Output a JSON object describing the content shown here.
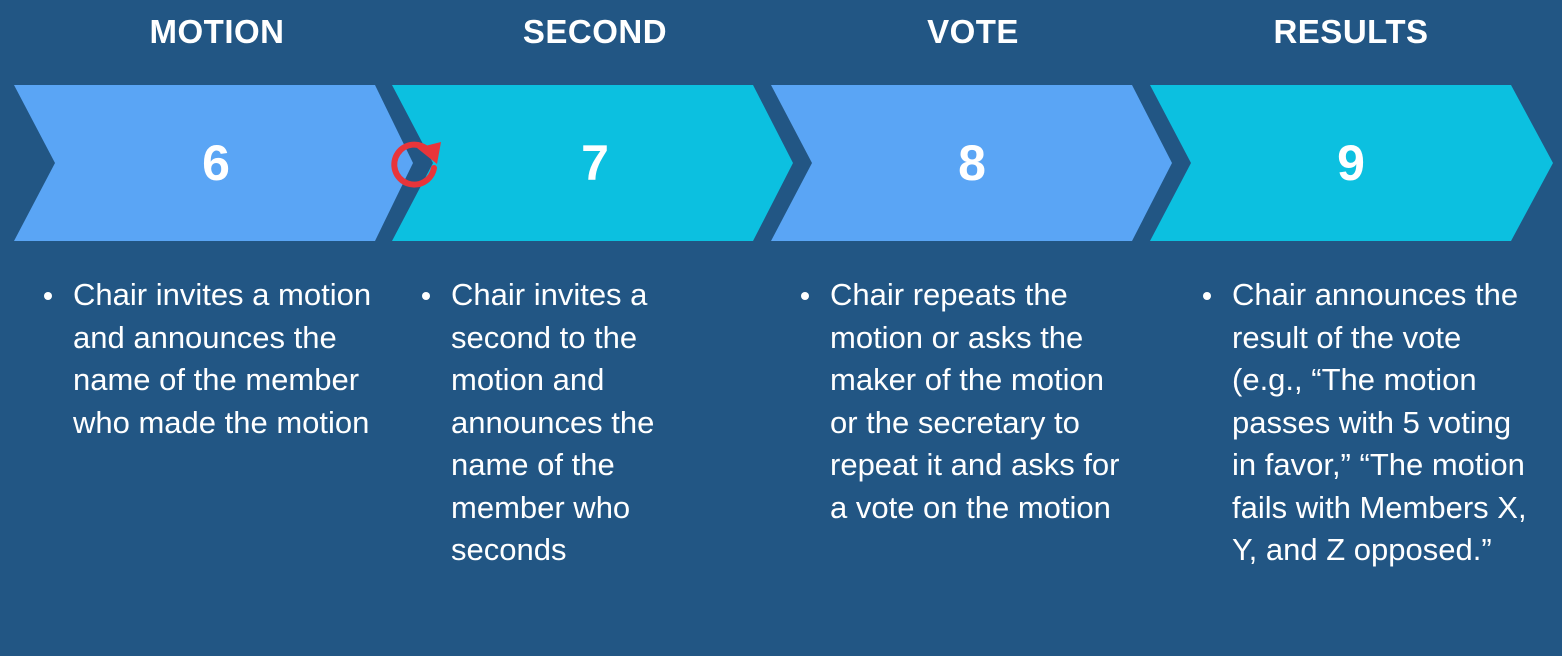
{
  "colors": {
    "background": "#225684",
    "arrow_blue": "#5aa5f5",
    "arrow_cyan": "#0cc0e0",
    "text": "#ffffff",
    "repeat_icon": "#e8353a"
  },
  "steps": [
    {
      "heading": "MOTION",
      "number": "6",
      "description": "Chair invites a motion and announces the name of the member who made the motion"
    },
    {
      "heading": "SECOND",
      "number": "7",
      "description": "Chair invites a second to the motion and announces the name of the member who seconds"
    },
    {
      "heading": "VOTE",
      "number": "8",
      "description": "Chair repeats the motion or asks the maker of the motion or the secretary to repeat it and asks for a vote on the motion"
    },
    {
      "heading": "RESULTS",
      "number": "9",
      "description": "Chair announces the result of the vote (e.g., “The motion passes with 5 voting in favor,” “The motion fails with Members X, Y, and Z opposed.”"
    }
  ],
  "icons": {
    "repeat": "refresh-icon"
  }
}
